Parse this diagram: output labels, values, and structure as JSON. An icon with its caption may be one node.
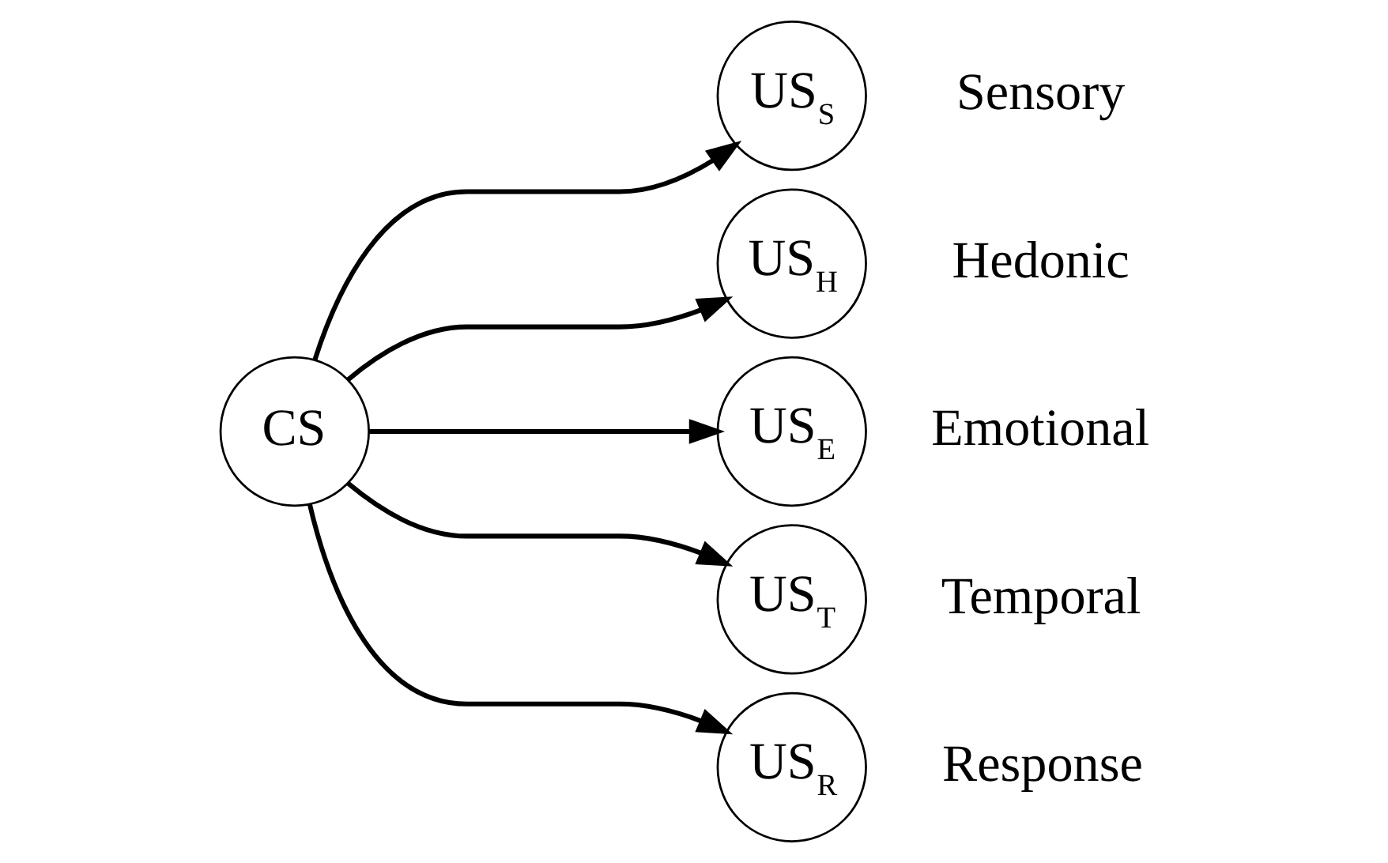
{
  "diagram": {
    "nodes": [
      {
        "text": [
          "CS"
        ]
      },
      {
        "text": [
          "US$_{S}$"
        ],
        "beside": [
          "Sensory"
        ]
      },
      {
        "text": [
          "US$_{H}$"
        ],
        "beside": [
          "Hedonic"
        ]
      },
      {
        "text": [
          "US$_{E}$"
        ],
        "beside": [
          "Emotional"
        ]
      },
      {
        "text": [
          "US$_{T}$"
        ],
        "beside": [
          "Temporal"
        ]
      },
      {
        "text": [
          "US$_{R}$"
        ],
        "beside": [
          "Response"
        ]
      }
    ],
    "edges": [
      {
        "from": 0,
        "to": 1,
        "arrow": "to"
      },
      {
        "from": 0,
        "to": 2,
        "arrow": "to"
      },
      {
        "from": 0,
        "to": 3,
        "arrow": "to"
      },
      {
        "from": 0,
        "to": 4,
        "arrow": "to"
      },
      {
        "from": 0,
        "to": 5,
        "arrow": "to"
      }
    ]
  }
}
